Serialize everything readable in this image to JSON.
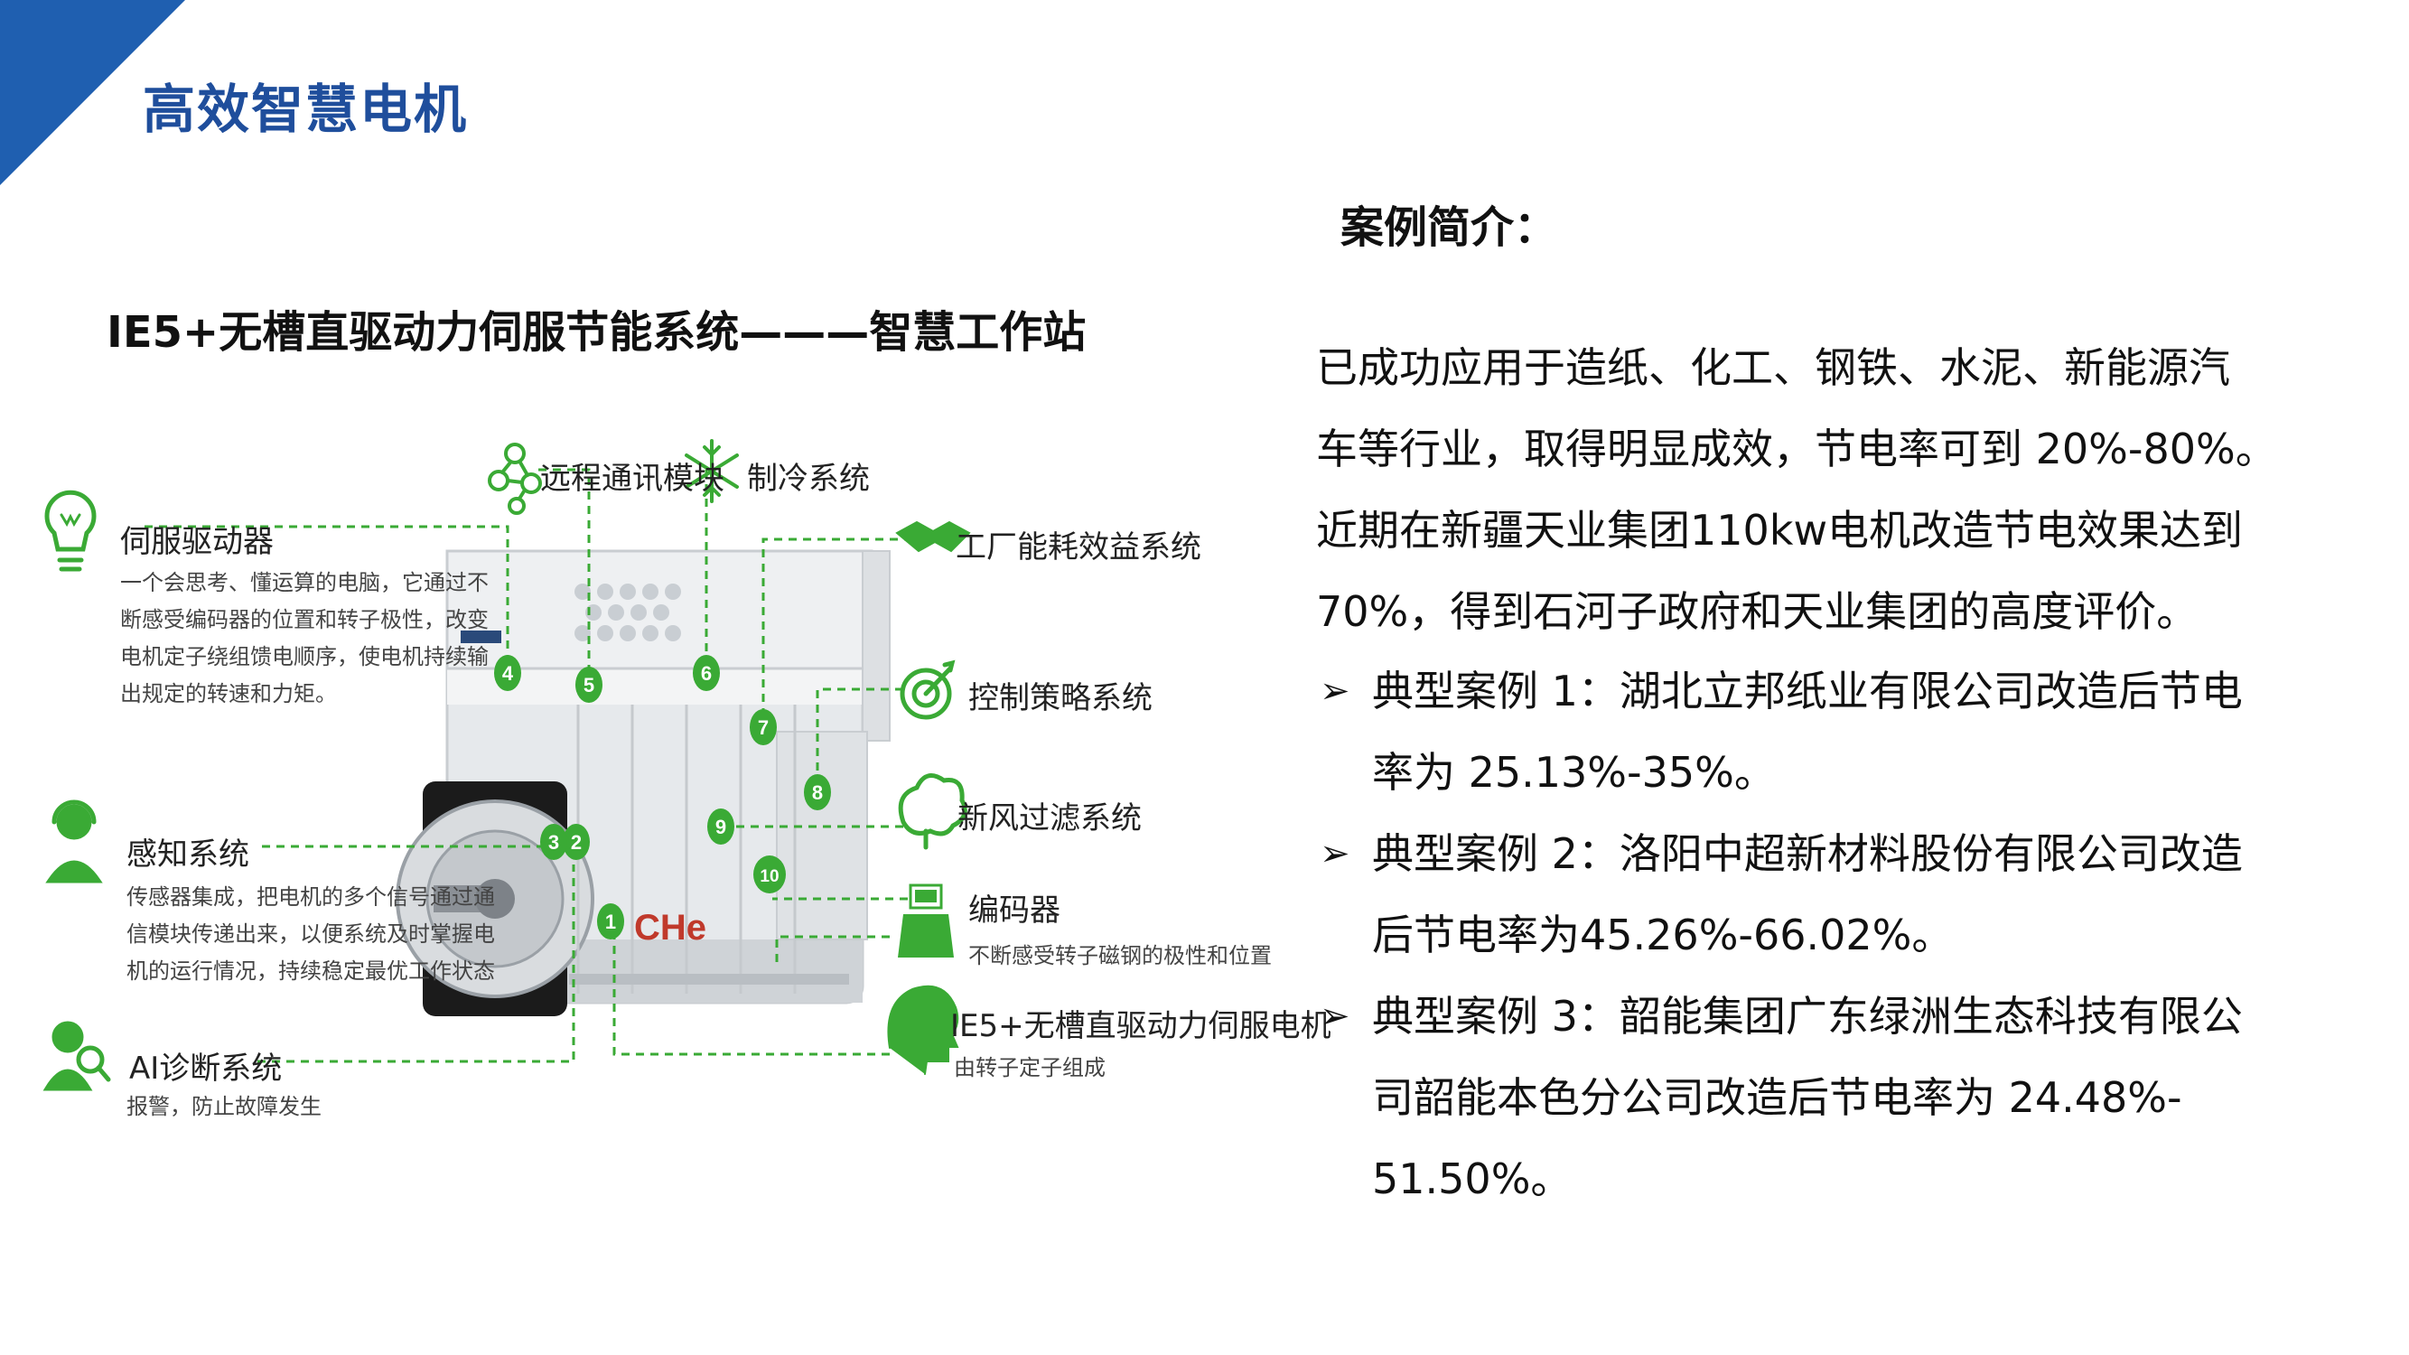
{
  "header": {
    "title": "高效智慧电机"
  },
  "diagram": {
    "title": "IE5+无槽直驱动力伺服节能系统———智慧工作站",
    "left_items": [
      {
        "label": "伺服驱动器",
        "icon": "lightbulb-icon",
        "desc": [
          "一个会思考、懂运算的电脑，它通过不",
          "断感受编码器的位置和转子极性，改变",
          "电机定子绕组馈电顺序，使电机持续输",
          "出规定的转速和力矩。"
        ]
      },
      {
        "label": "感知系统",
        "icon": "headset-person-icon",
        "desc": [
          "传感器集成，把电机的多个信号通过通",
          "信模块传递出来，以便系统及时掌握电",
          "机的运行情况，持续稳定最优工作状态"
        ]
      },
      {
        "label": "AI诊断系统",
        "icon": "person-search-icon",
        "desc": [
          "报警，防止故障发生"
        ]
      }
    ],
    "top_items": [
      {
        "label": "远程通讯模块",
        "icon": "network-icon"
      },
      {
        "label": "制冷系统",
        "icon": "snowflake-icon"
      }
    ],
    "right_items": [
      {
        "label": "工厂能耗效益系统",
        "icon": "handshake-icon"
      },
      {
        "label": "控制策略系统",
        "icon": "target-icon"
      },
      {
        "label": "新风过滤系统",
        "icon": "tree-icon"
      },
      {
        "label": "编码器",
        "icon": "encoder-icon",
        "sub": "不断感受转子磁钢的极性和位置"
      },
      {
        "label": "IE5+无槽直驱动力伺服电机",
        "icon": "brain-head-icon",
        "sub": "由转子定子组成"
      }
    ],
    "markers": [
      "1",
      "2",
      "3",
      "4",
      "5",
      "6",
      "7",
      "8",
      "9",
      "10"
    ],
    "motor_logo": "CHe",
    "accent_color": "#3aaa35"
  },
  "case_intro": {
    "heading": "案例简介：",
    "lines": [
      "已成功应用于造纸、化工、钢铁、水泥、新能源汽",
      "车等行业，取得明显成效，节电率可到 20%-80%。",
      "近期在新疆天业集团110kw电机改造节电效果达到",
      "70%，得到石河子政府和天业集团的高度评价。"
    ],
    "bullet_symbol": "➢",
    "cases": [
      {
        "lines": [
          "典型案例 1：湖北立邦纸业有限公司改造后节电",
          "率为 25.13%-35%。"
        ]
      },
      {
        "lines": [
          "典型案例 2：洛阳中超新材料股份有限公司改造",
          "后节电率为45.26%-66.02%。"
        ]
      },
      {
        "lines": [
          "典型案例 3：韶能集团广东绿洲生态科技有限公",
          "司韶能本色分公司改造后节电率为 24.48%-",
          "51.50%。"
        ]
      }
    ]
  },
  "colors": {
    "title_blue": "#1f4e9c",
    "accent_green": "#3aaa35",
    "corner_blue": "#1f5fb0"
  }
}
